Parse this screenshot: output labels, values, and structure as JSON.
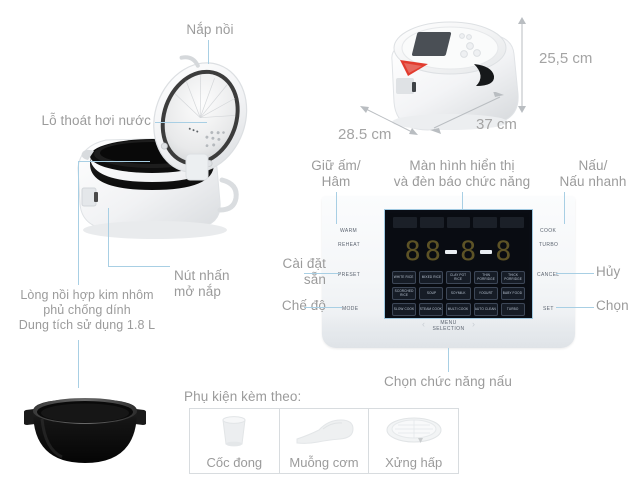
{
  "page": {
    "language": "vi",
    "text_color": "#9b9b9b",
    "leader_color": "#a8cfe4"
  },
  "annotations": {
    "lid": "Nắp nồi",
    "steam_vent": "Lỗ thoát hơi nước",
    "inner_pot": "Lòng nồi hợp kim nhôm\nphủ chống dính\nDung tích sử dụng 1.8 L",
    "lid_open_button": "Nút nhấn\nmở nắp",
    "keep_warm": "Giữ ấm/\nHâm",
    "display": "Màn hình hiển thị\nvà đèn báo chức năng",
    "cook_fast": "Nấu/\nNấu nhanh",
    "preset": "Cài đặt\nsẵn",
    "cancel": "Hủy",
    "mode": "Chế độ",
    "select": "Chọn",
    "menu_selection_note": "Chọn chức năng nấu",
    "accessories_title": "Phụ kiện kèm theo:"
  },
  "dimensions": {
    "height": "25,5 cm",
    "depth": "28.5 cm",
    "width": "37 cm"
  },
  "control_panel": {
    "display": {
      "digits": "88:88",
      "digit_chars": [
        "8",
        "8",
        "8",
        "8"
      ],
      "dash_count": 2,
      "indicator_count": 5,
      "color": "#5d5326"
    },
    "side_labels_left": [
      "WARM",
      "REHEAT",
      "PRESET",
      "MODE"
    ],
    "side_labels_right": [
      "COOK",
      "TURBO",
      "CANCEL",
      "SET"
    ],
    "menu_selection": "MENU\nSELECTION",
    "buttons": [
      "WHITE RICE",
      "MIXED RICE",
      "CLAY POT RICE",
      "THIN PORRIDGE",
      "THICK PORRIDGE",
      "SCORCHED RICE",
      "SOUP",
      "SOYMILK",
      "YOGURT",
      "BABY FOOD",
      "SLOW COOK",
      "STEAM COOK",
      "MULTI COOK",
      "AUTO CLEAN",
      "TURBO"
    ]
  },
  "accessories": [
    {
      "label": "Cốc đong",
      "icon": "measuring-cup"
    },
    {
      "label": "Muỗng cơm",
      "icon": "rice-spoon"
    },
    {
      "label": "Xửng hấp",
      "icon": "steam-tray"
    }
  ]
}
